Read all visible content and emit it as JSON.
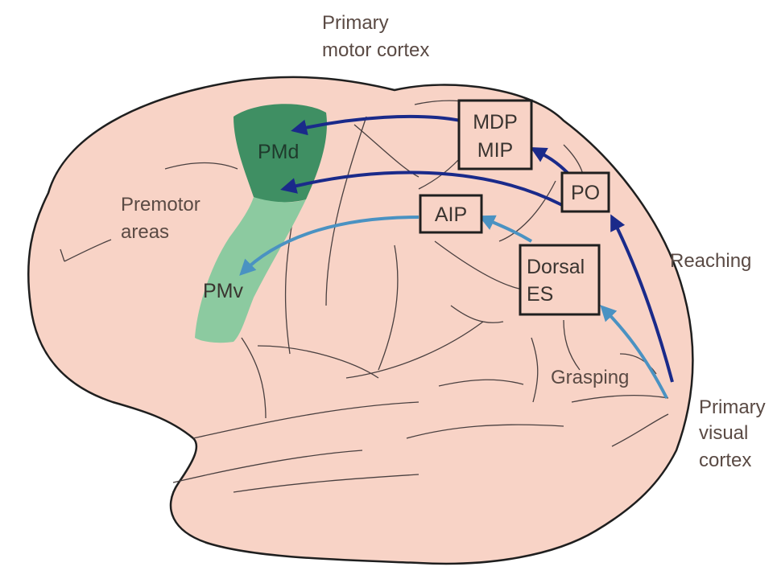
{
  "colors": {
    "background": "#ffffff",
    "brain_fill": "#f8d3c6",
    "brain_outline": "#1f1f1f",
    "sulcus": "#4a4040",
    "pmd_fill": "#3f8f63",
    "pmv_fill": "#8ccaa0",
    "dark_pathway": "#1a2a8a",
    "light_pathway": "#4a92c2",
    "text": "#5a4a44"
  },
  "labels": {
    "primary_motor_line1": "Primary",
    "primary_motor_line2": "motor cortex",
    "premotor_line1": "Premotor",
    "premotor_line2": "areas",
    "reaching": "Reaching",
    "grasping": "Grasping",
    "primary_visual_line1": "Primary",
    "primary_visual_line2": "visual",
    "primary_visual_line3": "cortex",
    "pmd": "PMd",
    "pmv": "PMv"
  },
  "boxes": {
    "mdp_mip_line1": "MDP",
    "mdp_mip_line2": "MIP",
    "po": "PO",
    "aip": "AIP",
    "dorsal_es_line1": "Dorsal",
    "dorsal_es_line2": "ES"
  },
  "pathways": [
    {
      "name": "reaching",
      "route": [
        "Primary visual cortex",
        "PO",
        "MDP/MIP",
        "PMd"
      ],
      "color": "dark"
    },
    {
      "name": "reaching",
      "route": [
        "PO",
        "PMd"
      ],
      "color": "dark"
    },
    {
      "name": "grasping",
      "route": [
        "Primary visual cortex",
        "Dorsal ES",
        "AIP",
        "PMv"
      ],
      "color": "light"
    }
  ]
}
